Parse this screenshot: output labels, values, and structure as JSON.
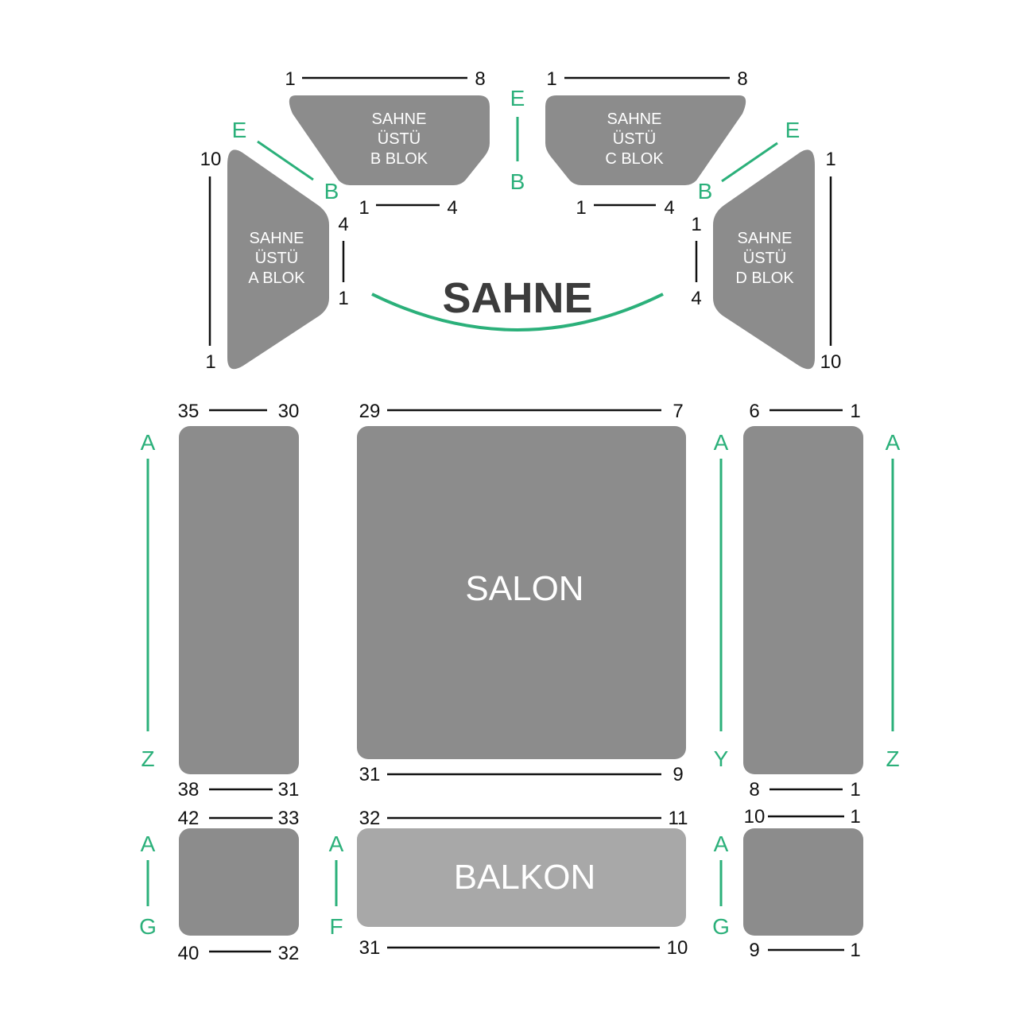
{
  "colors": {
    "block": "#8c8c8c",
    "balcony": "#a8a8a8",
    "accent": "#2bb07a",
    "stage_text": "#3c3c3c",
    "number": "#111111"
  },
  "stage": {
    "label": "SAHNE"
  },
  "blocks": {
    "a": {
      "line1": "SAHNE",
      "line2": "ÜSTÜ",
      "line3": "A BLOK",
      "seat_top": "10",
      "seat_bottom": "1",
      "seat_inner_top": "4",
      "seat_inner_bottom": "1",
      "row_start": "E",
      "row_end": "B"
    },
    "b": {
      "line1": "SAHNE",
      "line2": "ÜSTÜ",
      "line3": "B BLOK",
      "seat_top_left": "1",
      "seat_top_right": "8",
      "seat_bottom_left": "1",
      "seat_bottom_right": "4"
    },
    "c": {
      "line1": "SAHNE",
      "line2": "ÜSTÜ",
      "line3": "C BLOK",
      "seat_top_left": "1",
      "seat_top_right": "8",
      "seat_bottom_left": "1",
      "seat_bottom_right": "4"
    },
    "d": {
      "line1": "SAHNE",
      "line2": "ÜSTÜ",
      "line3": "D BLOK",
      "seat_top": "1",
      "seat_bottom": "10",
      "seat_inner_top": "1",
      "seat_inner_bottom": "4",
      "row_start": "E",
      "row_end": "B"
    },
    "bc_rows": {
      "start": "E",
      "end": "B"
    }
  },
  "salon": {
    "label": "SALON",
    "left": {
      "top_left": "35",
      "top_right": "30",
      "bottom_left": "38",
      "bottom_right": "31",
      "row_start": "A",
      "row_end": "Z"
    },
    "center": {
      "top_left": "29",
      "top_right": "7",
      "bottom_left": "31",
      "bottom_right": "9"
    },
    "right": {
      "top_left": "6",
      "top_right": "1",
      "bottom_left": "8",
      "bottom_right": "1",
      "row_start_inner": "A",
      "row_end_inner": "Y",
      "row_start_outer": "A",
      "row_end_outer": "Z"
    }
  },
  "balkon": {
    "label": "BALKON",
    "left": {
      "top_left": "42",
      "top_right": "33",
      "bottom_left": "40",
      "bottom_right": "32",
      "row_start": "A",
      "row_end": "G"
    },
    "center": {
      "top_left": "32",
      "top_right": "11",
      "bottom_left": "31",
      "bottom_right": "10",
      "row_start": "A",
      "row_end": "F"
    },
    "right": {
      "top_left": "10",
      "top_right": "1",
      "bottom_left": "9",
      "bottom_right": "1",
      "row_start": "A",
      "row_end": "G"
    }
  }
}
